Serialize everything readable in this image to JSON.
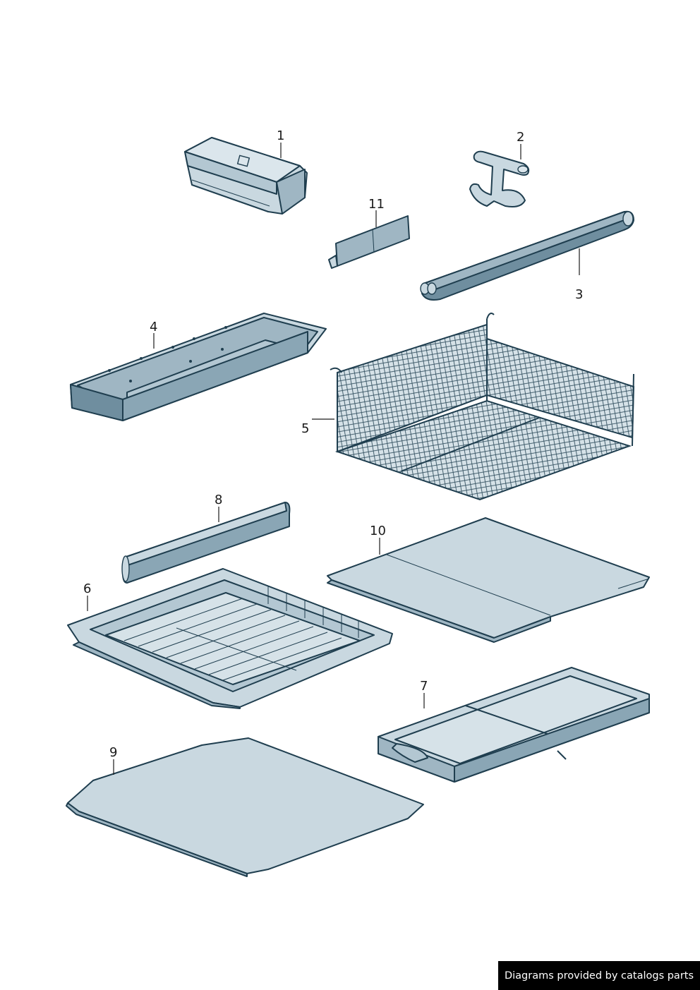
{
  "callouts": {
    "p1": "1",
    "p2": "2",
    "p3": "3",
    "p4": "4",
    "p5": "5",
    "p6": "6",
    "p7": "7",
    "p8": "8",
    "p9": "9",
    "p10": "10",
    "p11": "11"
  },
  "footer": {
    "text": "Diagrams provided by catalogs parts"
  },
  "colors": {
    "part_fill": "#c9d8e0",
    "part_shade": "#9fb6c3",
    "part_dark": "#6f8e9f",
    "outline": "#1f3e4f",
    "footer_bg": "#000000",
    "footer_text": "#ffffff"
  }
}
